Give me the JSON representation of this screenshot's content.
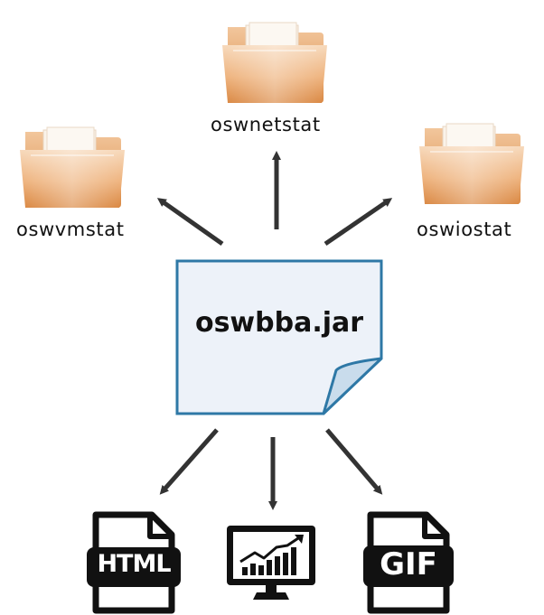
{
  "center_file": {
    "label": "oswbba.jar",
    "fill_color": "#edf2f9",
    "border_color": "#2e78a6"
  },
  "folders": [
    {
      "label": "oswvmstat"
    },
    {
      "label": "oswnetstat"
    },
    {
      "label": "oswiostat"
    }
  ],
  "outputs": [
    {
      "icon": "html-file-icon",
      "badge": "HTML"
    },
    {
      "icon": "chart-monitor-icon"
    },
    {
      "icon": "gif-file-icon",
      "badge": "GIF"
    }
  ],
  "colors": {
    "arrow": "#333333",
    "folder": "#e4a26a",
    "icon": "#111111"
  }
}
